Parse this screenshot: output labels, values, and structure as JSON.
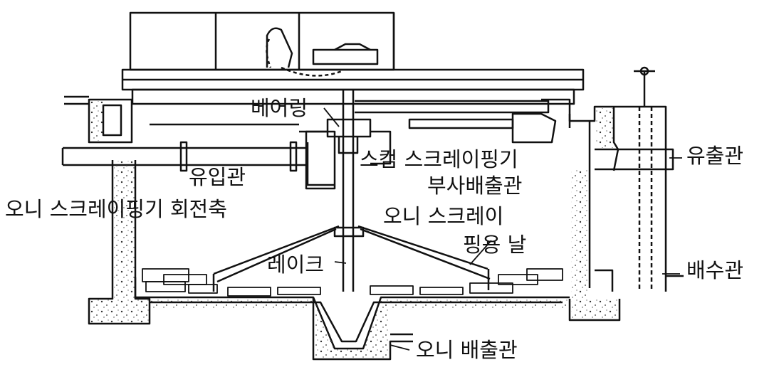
{
  "labels": {
    "bearing": "베어링",
    "skim_scraping": "스컴 스크레이핑기",
    "outflow_pipe": "유출관",
    "inflow_pipe": "유입관",
    "scum_discharge_pipe": "부사배출관",
    "sludge_scraper_shaft": "오니 스크레이핑기 회전축",
    "sludge_scraper": "오니 스크레이",
    "scraping_blade": "핑용 날",
    "rake": "레이크",
    "drain_pipe": "배수관",
    "sludge_discharge_pipe": "오니 배출관"
  },
  "colors": {
    "ink": "#111111",
    "concrete_dot": "#333333",
    "background": "#ffffff"
  }
}
